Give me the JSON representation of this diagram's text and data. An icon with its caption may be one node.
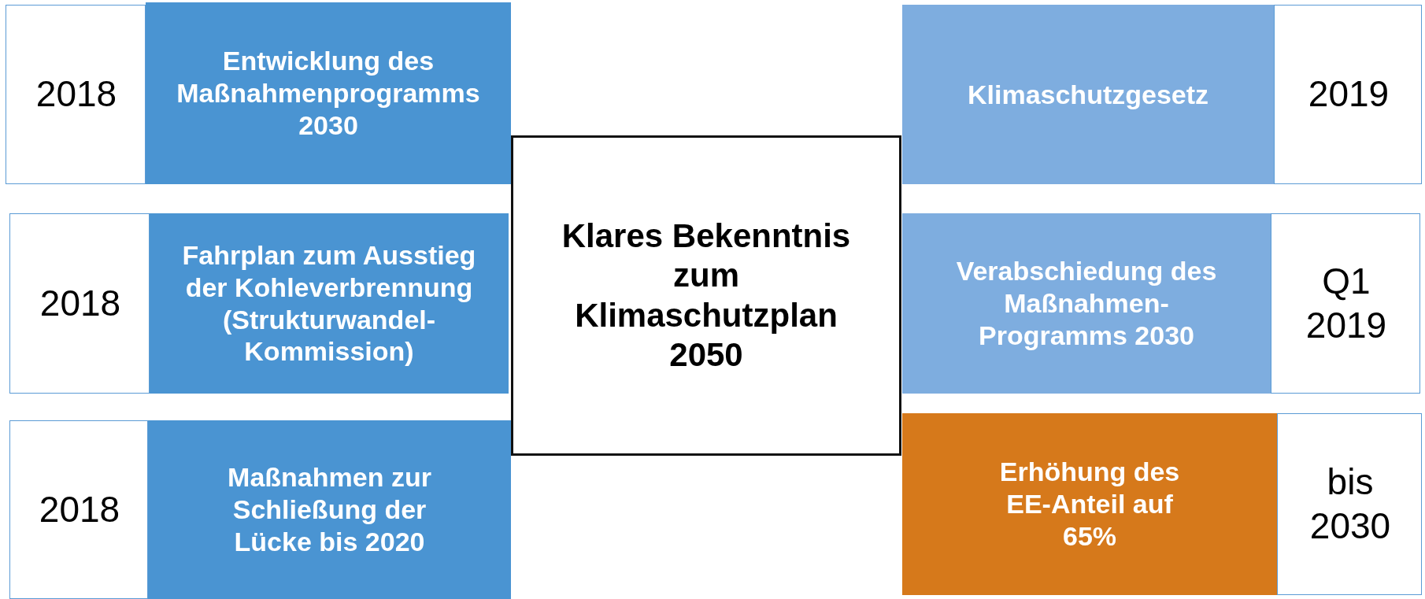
{
  "diagram": {
    "nodes": [
      {
        "text": [
          "2018"
        ]
      },
      {
        "text": [
          "Entwicklung des Maßnahmenprogramms 2030"
        ]
      },
      {
        "text": [
          "Klimaschutzgesetz"
        ]
      },
      {
        "text": [
          "2019"
        ]
      },
      {
        "text": [
          "2018"
        ]
      },
      {
        "text": [
          "Fahrplan zum Ausstieg der Kohleverbrennung (Strukturwandel- Kommission)"
        ]
      },
      {
        "text": [
          "Klares Bekenntnis zum Klimaschutzplan 2050"
        ]
      },
      {
        "text": [
          "Verabschiedung des Maßnahmen- Programms 2030"
        ]
      },
      {
        "text": [
          "Q1 2019"
        ]
      },
      {
        "text": [
          "2018"
        ]
      },
      {
        "text": [
          "Maßnahmen zur Schließung der Lücke bis 2020"
        ]
      },
      {
        "text": [
          "Erhöhung des EE-Anteil auf 65%"
        ]
      },
      {
        "text": [
          "bis 2030"
        ]
      }
    ]
  }
}
